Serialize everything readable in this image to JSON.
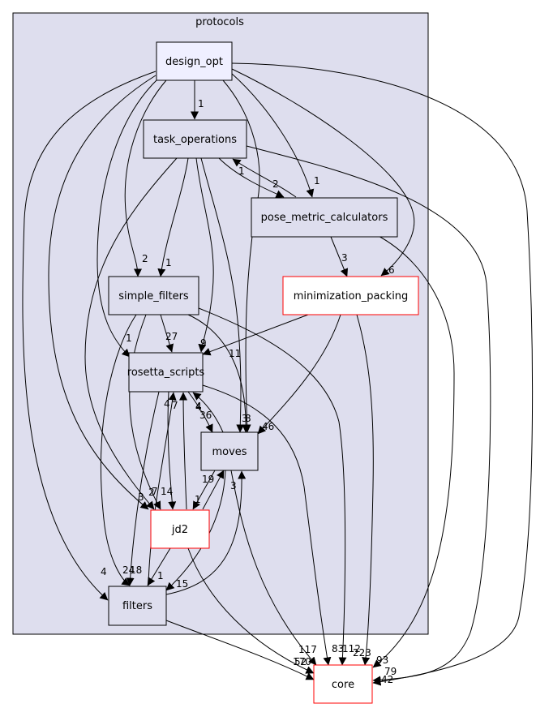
{
  "cluster": {
    "label": "protocols"
  },
  "nodes": {
    "design_opt": "design_opt",
    "task_operations": "task_operations",
    "pose_metric_calculators": "pose_metric_calculators",
    "simple_filters": "simple_filters",
    "minimization_packing": "minimization_packing",
    "rosetta_scripts": "rosetta_scripts",
    "moves": "moves",
    "jd2": "jd2",
    "filters": "filters",
    "core": "core"
  },
  "edge_labels": {
    "do_to": "1",
    "do_sf": "2",
    "do_pmc": "1",
    "do_mp": "6",
    "do_filters": "4",
    "do_rs": "1",
    "do_moves": "8",
    "do_jd2": "3",
    "do_core": "42",
    "to_sf": "1",
    "to_pmc": "2",
    "pmc_to": "1",
    "to_rs": "9",
    "to_moves": "3",
    "to_jd2": "14",
    "to_core": "79",
    "pmc_mp": "3",
    "pmc_core": "93",
    "sf_rs": "27",
    "sf_moves": "4",
    "sf_jd2": "7",
    "sf_filters": "18",
    "sf_core": "83",
    "mp_rs": "11",
    "mp_moves": "46",
    "mp_core": "223",
    "rs_moves": "36",
    "rs_jd2": "7",
    "rs_filters": "2",
    "rs_core": "112",
    "moves_rs": "4",
    "moves_jd2": "1",
    "moves_filters": "3",
    "moves_core": "117",
    "jd2_moves": "19",
    "jd2_rs": "4",
    "jd2_filters": "1",
    "jd2_core": "170",
    "filters_rs": "24",
    "filters_moves": "15",
    "filters_core": "52"
  },
  "colors": {
    "cluster_fill": "#dedeee",
    "design_opt_fill": "#efefff",
    "node_fill": "#dedeee",
    "red_border": "#ff0000",
    "edge": "#000000"
  }
}
